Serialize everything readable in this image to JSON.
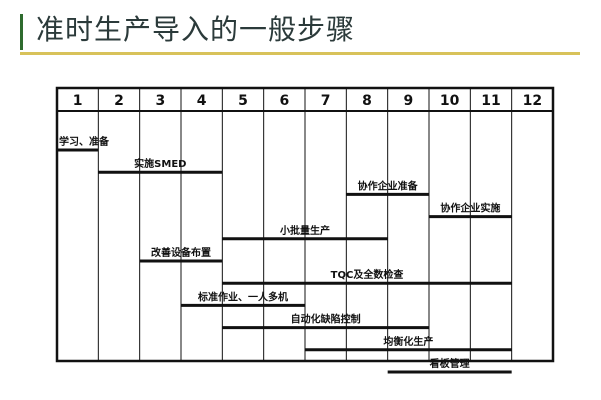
{
  "title": "准时生产导入的一般步骤",
  "months": [
    "1",
    "2",
    "3",
    "4",
    "5",
    "6",
    "7",
    "8",
    "9",
    "10",
    "11",
    "12"
  ],
  "steps": [
    {
      "label": "学习、准备",
      "start": 1,
      "end": 2
    },
    {
      "label": "实施SMED",
      "start": 2,
      "end": 5
    },
    {
      "label": "协作企业准备",
      "start": 8,
      "end": 10
    },
    {
      "label": "协作企业实施",
      "start": 10,
      "end": 12
    },
    {
      "label": "小批量生产",
      "start": 5,
      "end": 9
    },
    {
      "label": "改善设备布置",
      "start": 3,
      "end": 5
    },
    {
      "label": "TQC及全数检查",
      "start": 5,
      "end": 12
    },
    {
      "label": "标准作业、一人多机",
      "start": 4,
      "end": 7
    },
    {
      "label": "自动化缺陷控制",
      "start": 5,
      "end": 10
    },
    {
      "label": "均衡化生产",
      "start": 7,
      "end": 12
    },
    {
      "label": "看板管理",
      "start": 9,
      "end": 12
    }
  ]
}
